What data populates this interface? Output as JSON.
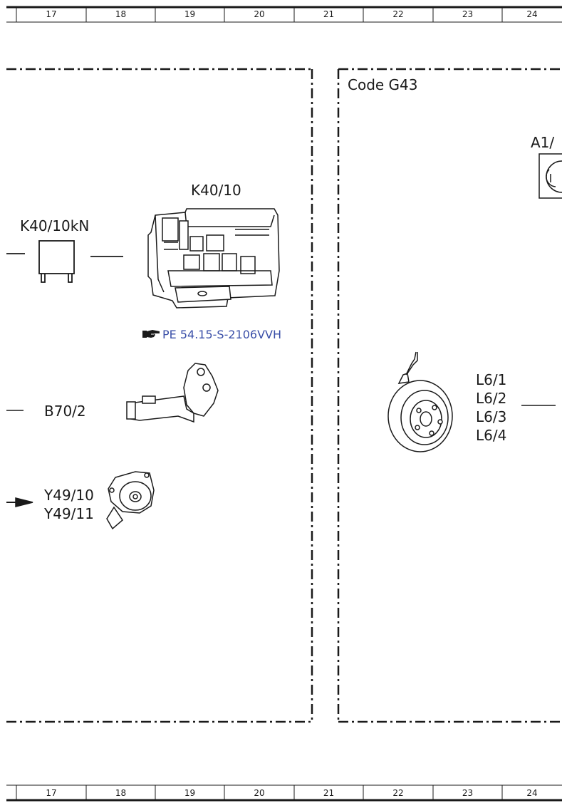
{
  "grid_numbers": [
    "17",
    "18",
    "19",
    "20",
    "21",
    "22",
    "23",
    "24"
  ],
  "panel_right": {
    "title": "Code G43"
  },
  "components": {
    "k40_10": "K40/10",
    "k40_10kn": "K40/10kN",
    "b70_2": "B70/2",
    "y49_10": "Y49/10",
    "y49_11": "Y49/11",
    "a1": "A1/",
    "l6_1": "L6/1",
    "l6_2": "L6/2",
    "l6_3": "L6/3",
    "l6_4": "L6/4"
  },
  "reference_link": {
    "icon": "pointing-hand-icon",
    "text": "PE 54.15-S-2106VVH"
  }
}
